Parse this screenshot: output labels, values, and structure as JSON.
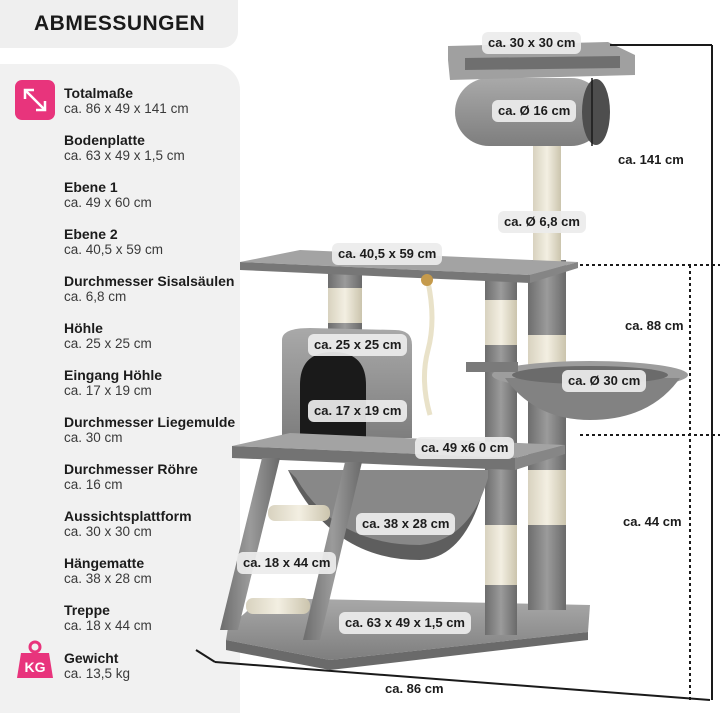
{
  "title": "ABMESSUNGEN",
  "specs": [
    {
      "name": "Totalmaße",
      "value": "ca. 86 x 49 x 141 cm"
    },
    {
      "name": "Bodenplatte",
      "value": "ca. 63 x 49 x 1,5 cm"
    },
    {
      "name": "Ebene 1",
      "value": "ca. 49 x 60 cm"
    },
    {
      "name": "Ebene 2",
      "value": "ca. 40,5 x 59 cm"
    },
    {
      "name": "Durchmesser Sisalsäulen",
      "value": "ca. 6,8 cm"
    },
    {
      "name": "Höhle",
      "value": "ca. 25 x 25 cm"
    },
    {
      "name": "Eingang Höhle",
      "value": "ca. 17 x 19 cm"
    },
    {
      "name": "Durchmesser Liegemulde",
      "value": "ca. 30 cm"
    },
    {
      "name": "Durchmesser Röhre",
      "value": "ca. 16 cm"
    },
    {
      "name": "Aussichtsplattform",
      "value": "ca. 30 x 30 cm"
    },
    {
      "name": "Hängematte",
      "value": "ca. 38 x 28 cm"
    },
    {
      "name": "Treppe",
      "value": "ca. 18 x 44 cm"
    },
    {
      "name": "Gewicht",
      "value": "ca. 13,5 kg"
    }
  ],
  "icons": {
    "dimensions": "diagonal-arrow-icon",
    "weight": "kg-weight-icon",
    "weight_text": "KG"
  },
  "colors": {
    "accent": "#e8347c",
    "panel": "#f1f1f1",
    "label_bg": "#ececec"
  },
  "labels": {
    "platform": "ca. 30 x 30 cm",
    "tube": "ca. Ø 16 cm",
    "post": "ca. Ø 6,8 cm",
    "level2": "ca. 40,5 x 59 cm",
    "cave": "ca. 25 x 25 cm",
    "cave_entrance": "ca. 17 x 19 cm",
    "bed": "ca. Ø 30 cm",
    "level1": "ca. 49 x6 0 cm",
    "hammock": "ca. 38 x 28 cm",
    "stairs": "ca. 18 x 44 cm",
    "base": "ca. 63 x 49 x 1,5 cm",
    "height_total": "ca. 141 cm",
    "height_level2": "ca. 88 cm",
    "height_level1": "ca. 44 cm",
    "width": "ca. 86 cm"
  }
}
